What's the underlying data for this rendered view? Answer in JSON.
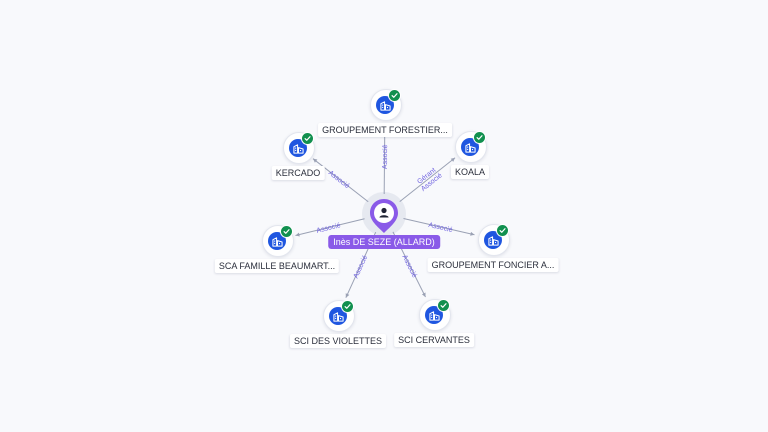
{
  "center": {
    "label": "Inès DE SEZE (ALLARD)",
    "icon": "person-icon"
  },
  "colors": {
    "accent": "#8a5ae8",
    "company_icon": "#1f56e0",
    "verified": "#11904f",
    "edge": "#9aa1b4",
    "edge_label": "#6f62e0"
  },
  "nodes": [
    {
      "id": "groupement-forestier",
      "label": "GROUPEMENT FORESTIER...",
      "icon": "building-icon",
      "verified": true
    },
    {
      "id": "kercado",
      "label": "KERCADO",
      "icon": "building-icon",
      "verified": true
    },
    {
      "id": "koala",
      "label": "KOALA",
      "icon": "building-icon",
      "verified": true
    },
    {
      "id": "sca-famille-beaumart",
      "label": "SCA FAMILLE BEAUMART...",
      "icon": "building-icon",
      "verified": true
    },
    {
      "id": "groupement-foncier",
      "label": "GROUPEMENT FONCIER A...",
      "icon": "building-icon",
      "verified": true
    },
    {
      "id": "sci-des-violettes",
      "label": "SCI DES VIOLETTES",
      "icon": "building-icon",
      "verified": true
    },
    {
      "id": "sci-cervantes",
      "label": "SCI CERVANTES",
      "icon": "building-icon",
      "verified": true
    }
  ],
  "edges": [
    {
      "target": "groupement-forestier",
      "labels": [
        "Associé"
      ]
    },
    {
      "target": "kercado",
      "labels": [
        "Associé"
      ]
    },
    {
      "target": "koala",
      "labels": [
        "Gérant",
        "Associé"
      ]
    },
    {
      "target": "sca-famille-beaumart",
      "labels": [
        "Associé"
      ]
    },
    {
      "target": "groupement-foncier",
      "labels": [
        "Associé"
      ]
    },
    {
      "target": "sci-des-violettes",
      "labels": [
        "Associé"
      ]
    },
    {
      "target": "sci-cervantes",
      "labels": [
        "Associé"
      ]
    }
  ]
}
